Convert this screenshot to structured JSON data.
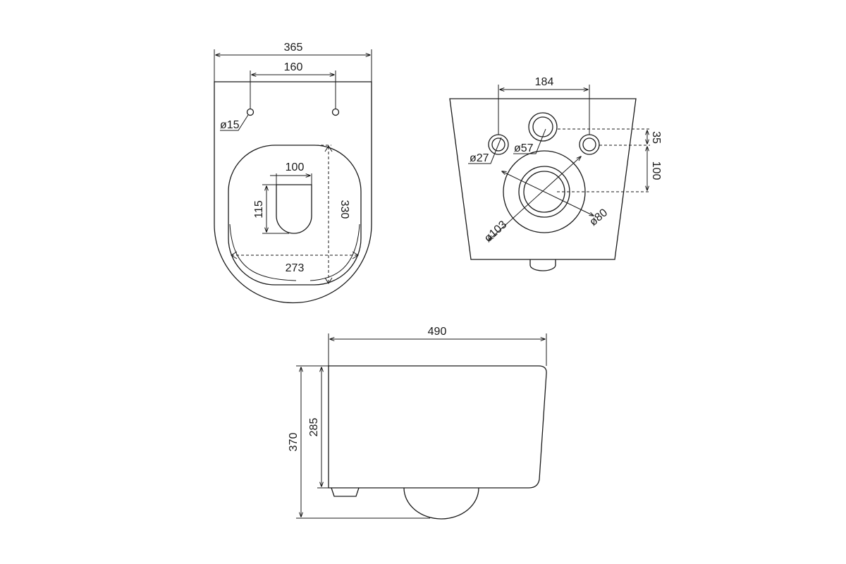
{
  "top_view": {
    "overall_width": "365",
    "mount_spacing": "160",
    "mount_hole_diameter": "ø15",
    "outlet_width": "100",
    "outlet_depth": "115",
    "bowl_length": "330",
    "bowl_width": "273"
  },
  "rear_view": {
    "pipe_spacing": "184",
    "side_hole_diameter": "ø27",
    "water_inlet_diameter": "ø57",
    "hole_offset": "35",
    "outlet_offset": "100",
    "outlet_outer_diameter": "ø103",
    "outlet_inner_diameter": "ø80"
  },
  "side_view": {
    "overall_length": "490",
    "overall_height": "370",
    "rim_height": "285"
  }
}
